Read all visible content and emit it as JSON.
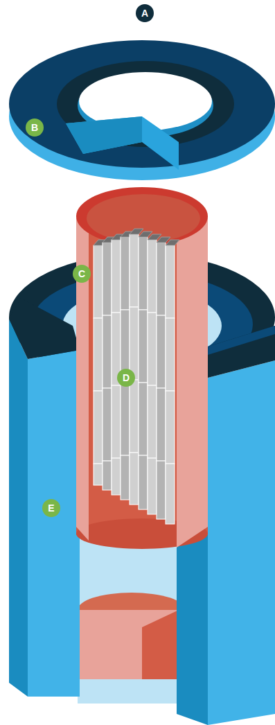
{
  "diagram": {
    "labels": [
      "A",
      "B",
      "C",
      "D",
      "E"
    ]
  }
}
